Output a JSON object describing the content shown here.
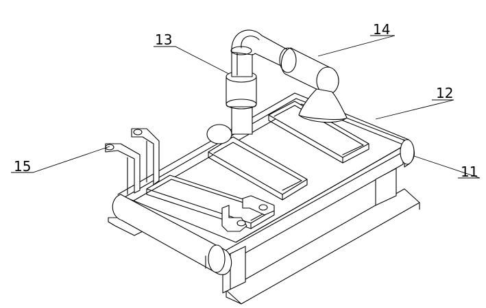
{
  "figure": {
    "callouts": [
      {
        "id": "c11",
        "label": "11"
      },
      {
        "id": "c12",
        "label": "12"
      },
      {
        "id": "c13",
        "label": "13"
      },
      {
        "id": "c14",
        "label": "14"
      },
      {
        "id": "c15",
        "label": "15"
      }
    ]
  }
}
